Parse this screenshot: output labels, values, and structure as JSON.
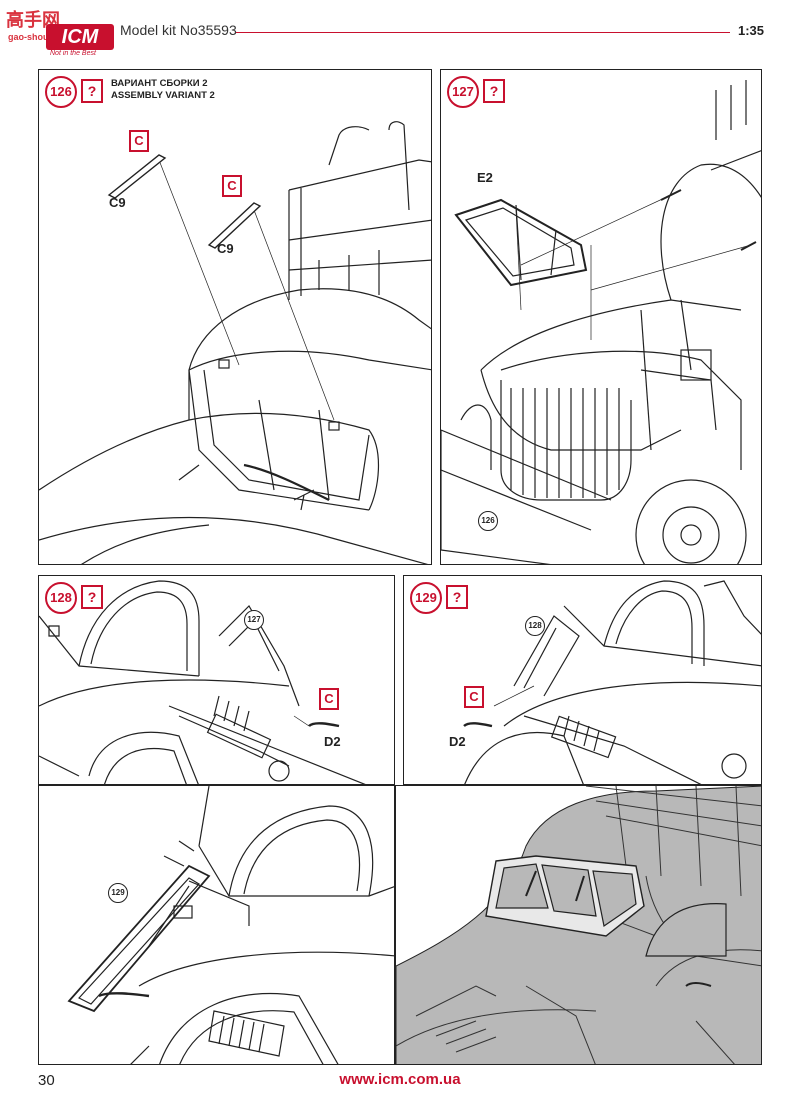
{
  "header": {
    "logo_cn": "高手网",
    "logo_domain": "gao-shou.com",
    "logo_brand": "ICM",
    "logo_slogan": "Not in the Best",
    "kit_title": "Model kit No35593",
    "scale": "1:35"
  },
  "steps": [
    {
      "number": "126",
      "help": "?",
      "variant_ru": "ВАРИАНТ СБОРКИ 2",
      "variant_en": "ASSEMBLY VARIANT 2",
      "parts": [
        {
          "sprue": "C",
          "label": "C9"
        },
        {
          "sprue": "C",
          "label": "C9"
        }
      ]
    },
    {
      "number": "127",
      "help": "?",
      "parts": [
        {
          "label": "E2"
        }
      ],
      "refs": [
        "126"
      ]
    },
    {
      "number": "128",
      "help": "?",
      "parts": [
        {
          "sprue": "C",
          "label": "D2"
        }
      ],
      "refs": [
        "127"
      ]
    },
    {
      "number": "129",
      "help": "?",
      "parts": [
        {
          "sprue": "C",
          "label": "D2"
        }
      ],
      "refs": [
        "128"
      ]
    },
    {
      "refs": [
        "129"
      ]
    }
  ],
  "colors": {
    "accent": "#c8102e",
    "line": "#222222",
    "shade": "#b8b8b8"
  },
  "footer": {
    "page_number": "30",
    "url": "www.icm.com.ua"
  }
}
